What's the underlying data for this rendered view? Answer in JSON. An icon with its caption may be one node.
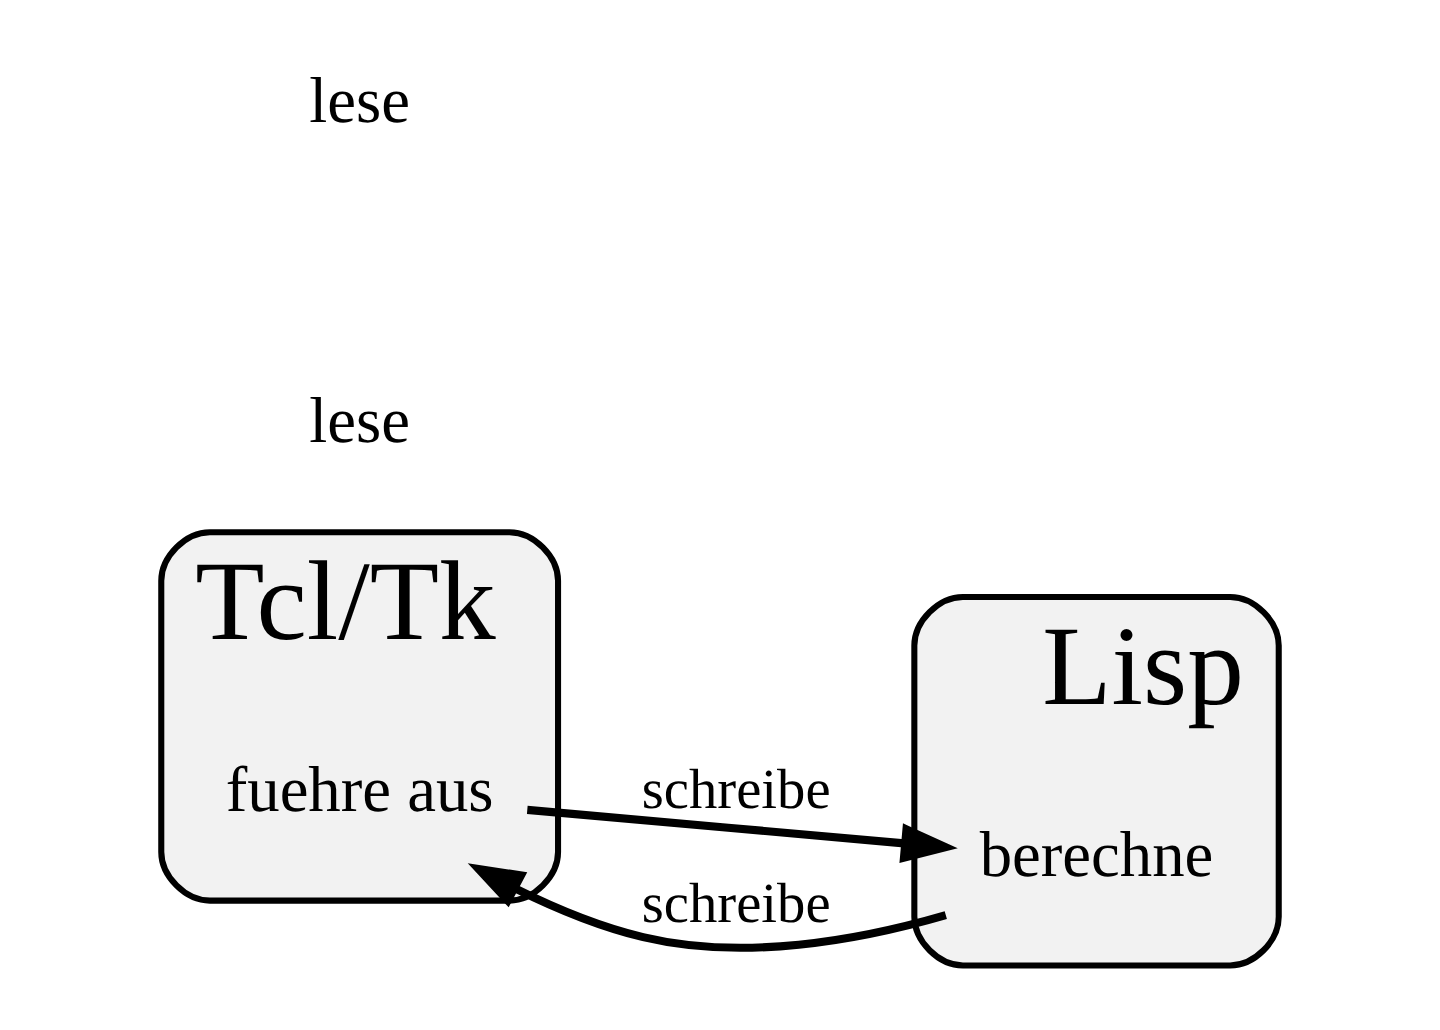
{
  "diagram": {
    "nodes": [
      {
        "text": [
          "Tcl/Tk"
        ]
      },
      {
        "text": [
          "fuehre aus"
        ],
        "in": 0
      },
      {
        "text": [
          "Lisp"
        ]
      },
      {
        "text": [
          "berechne"
        ],
        "in": 2
      }
    ],
    "edges": [
      {
        "from": 1,
        "to": 3,
        "arrow": "to",
        "label": "schreibe"
      },
      {
        "from": 3,
        "to": 1,
        "arrow": "to",
        "label": "schreibe"
      }
    ],
    "labels": [
      "lese",
      "lese"
    ]
  }
}
